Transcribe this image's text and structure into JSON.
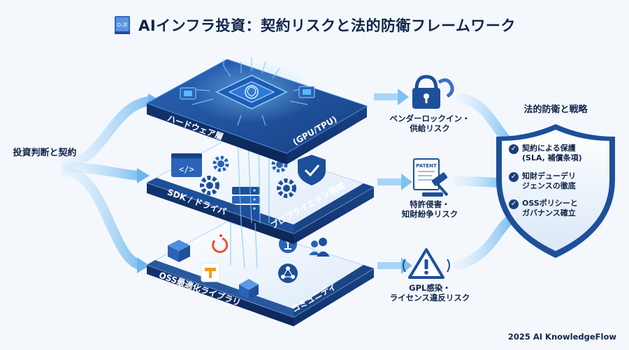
{
  "header": {
    "title": "AIインフラ投資：契約リスクと法的防衛フレームワーク",
    "book_icon_text": "D.洋"
  },
  "left": {
    "label": "投資判断と契約"
  },
  "layers": {
    "hardware": {
      "label": "ハードウェア層",
      "sublabel": "(GPU/TPU)"
    },
    "middle": {
      "left_label": "SDK / ドライバ",
      "right_label": "プロプライエタリ領域"
    },
    "bottom": {
      "left_label": "OSS最適化ライブラリ",
      "right_label": "コミュニティ"
    }
  },
  "risks": [
    {
      "icon": "lock-icon",
      "line1": "ベンダーロックイン・",
      "line2": "供給リスク"
    },
    {
      "icon": "patent-gavel-icon",
      "doc_text": "PATENT",
      "line1": "特許侵害・",
      "line2": "知財紛争リスク"
    },
    {
      "icon": "warning-icon",
      "line1": "GPL感染・",
      "line2": "ライセンス違反リスク"
    }
  ],
  "shield": {
    "title": "法的防衛と戦略",
    "items": [
      "契約による保護\n(SLA, 補償条項)",
      "知財デューデリ\nジェンスの徹底",
      "OSSポリシーと\nガバナンス確立"
    ]
  },
  "footer": {
    "text": "2025 AI KnowledgeFlow"
  },
  "colors": {
    "navy": "#0f2448",
    "layer_blue": "#1d4f9a",
    "layer_dark": "#163b78",
    "glow": "#59b8ff",
    "arrow": "#8ec9f5"
  }
}
